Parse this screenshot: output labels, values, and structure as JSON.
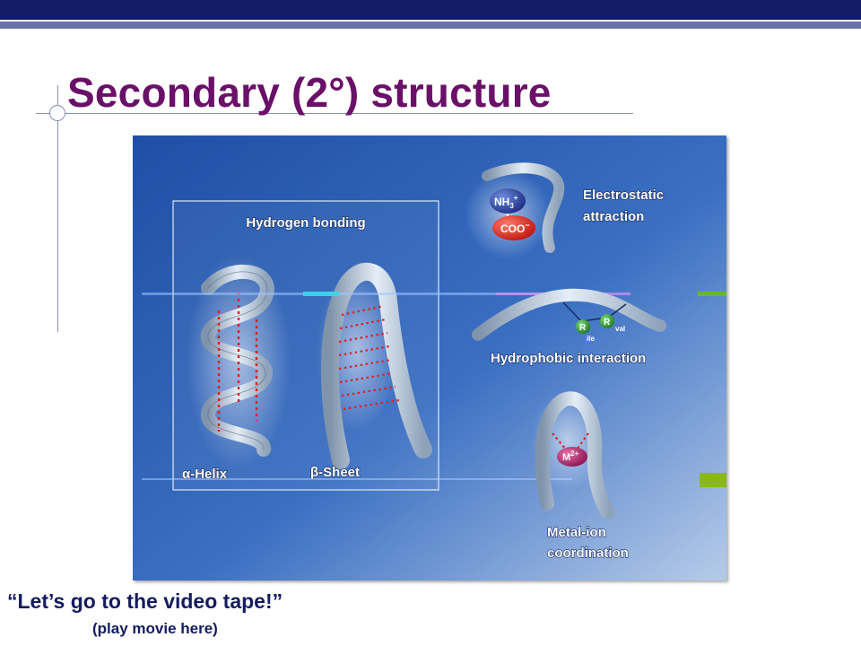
{
  "slide": {
    "title": "Secondary (2°) structure",
    "quote": "“Let’s go to the video tape!”",
    "subquote": "(play movie here)"
  },
  "figure": {
    "hydrogen_bonding": "Hydrogen bonding",
    "alpha_helix": "α-Helix",
    "beta_sheet": "β-Sheet",
    "electrostatic_line1": "Electrostatic",
    "electrostatic_line2": "attraction",
    "nh3": "NH",
    "nh3_sub": "3",
    "nh3_sup": "+",
    "coo": "COO",
    "coo_sup": "−",
    "hydrophobic": "Hydrophobic interaction",
    "r_ile": "R",
    "ile": "ile",
    "r_val": "R",
    "val": "val",
    "metal_ion": "M",
    "metal_ion_sup": "2+",
    "metal_line1": "Metal-ion",
    "metal_line2": "coordination"
  },
  "colors": {
    "topbar": "#131a66",
    "title": "#6a1068",
    "quote": "#141b60",
    "figure_blue": "#2f5fb3",
    "h_bond_dots": "#e02020",
    "metal_ion": "#b0206a"
  }
}
